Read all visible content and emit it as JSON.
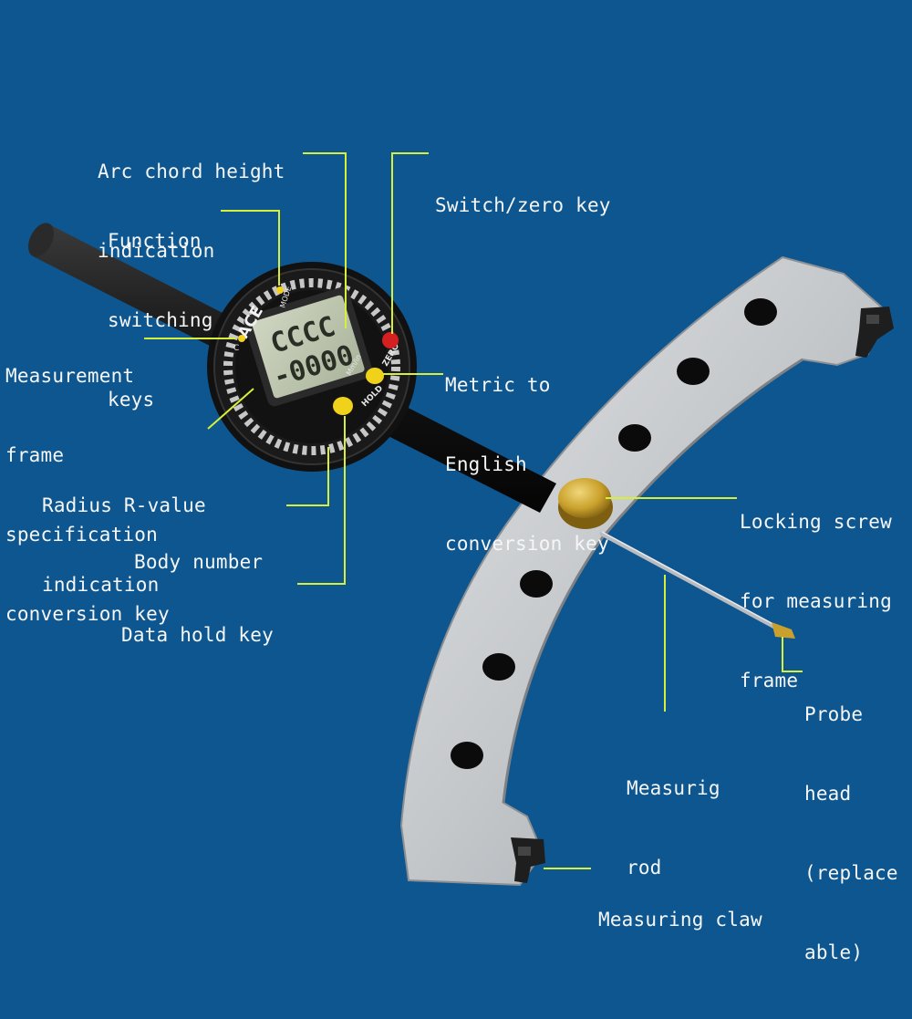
{
  "colors": {
    "background": "#0d5690",
    "leader": "#d7ee3a",
    "label_text": "#f6f6f6",
    "frame": "#c9cccf",
    "knob": "#c9a02b"
  },
  "gauge": {
    "brand": "ACE",
    "mode_text": "MODE",
    "c_text": "C",
    "mm_in_text": "Mm/in",
    "zero_text": "ZERO",
    "hold_text": "HOLD",
    "lcd_line1": "CCCC",
    "lcd_line2": "-0000"
  },
  "labels": {
    "arc_chord": [
      "Arc chord height",
      "indication"
    ],
    "function_keys": [
      "Function",
      "switching",
      "keys"
    ],
    "measurement_frame": [
      "Measurement",
      "frame",
      "specification",
      "conversion key"
    ],
    "radius": [
      "Radius R-value",
      "indication"
    ],
    "body_number": [
      "Body number"
    ],
    "data_hold": [
      "Data hold key"
    ],
    "switch_zero": [
      "Switch/zero key"
    ],
    "metric_english": [
      "Metric to",
      "English",
      "conversion key"
    ],
    "locking_screw": [
      "Locking screw",
      "for measuring",
      "frame"
    ],
    "probe_head": [
      "Probe",
      "head",
      "(replace",
      "able)"
    ],
    "measuring_rod": [
      "Measurig",
      "rod"
    ],
    "measuring_claw": [
      "Measuring claw"
    ]
  }
}
